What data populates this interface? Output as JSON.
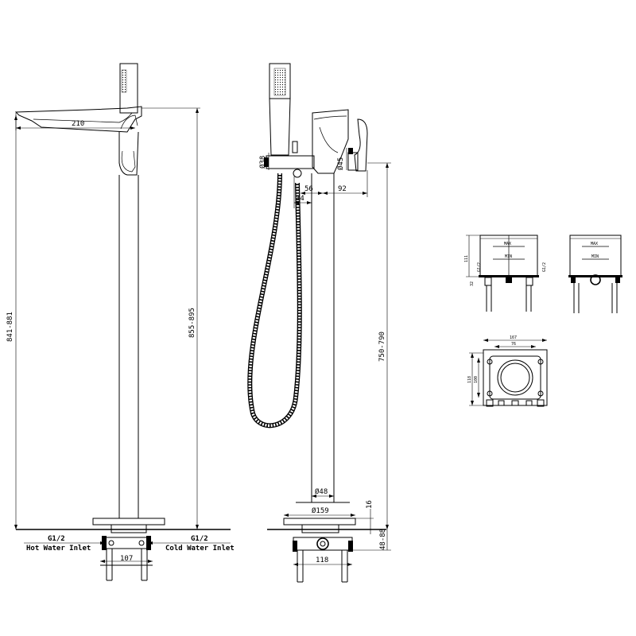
{
  "front_view": {
    "spout_length": "210",
    "overall_height_left": "841-881",
    "overall_height_right": "855-895",
    "hot_inlet_size": "G1/2",
    "hot_inlet_label": "Hot Water Inlet",
    "cold_inlet_size": "G1/2",
    "cold_inlet_label": "Cold Water Inlet",
    "base_width": "107"
  },
  "side_view": {
    "holder_diameter": "Ø38",
    "body_diameter": "Ø45",
    "dim_34": "34",
    "dim_56": "56",
    "dim_92": "92",
    "column_height": "750-790",
    "pipe_diameter": "Ø48",
    "base_diameter": "Ø159",
    "base_thickness": "16",
    "below_floor": "48-88",
    "frame_width": "118"
  },
  "valve_box_front": {
    "height": "111",
    "left_thread": "G1/2",
    "right_thread": "G1/2",
    "max_label": "MAX",
    "min_label": "MIN",
    "bottom": "32"
  },
  "valve_box_side": {
    "max_label": "MAX",
    "min_label": "MIN"
  },
  "valve_box_plan": {
    "outer_width": "167",
    "inner_width": "76",
    "outer_height": "118",
    "inner_height": "100"
  }
}
